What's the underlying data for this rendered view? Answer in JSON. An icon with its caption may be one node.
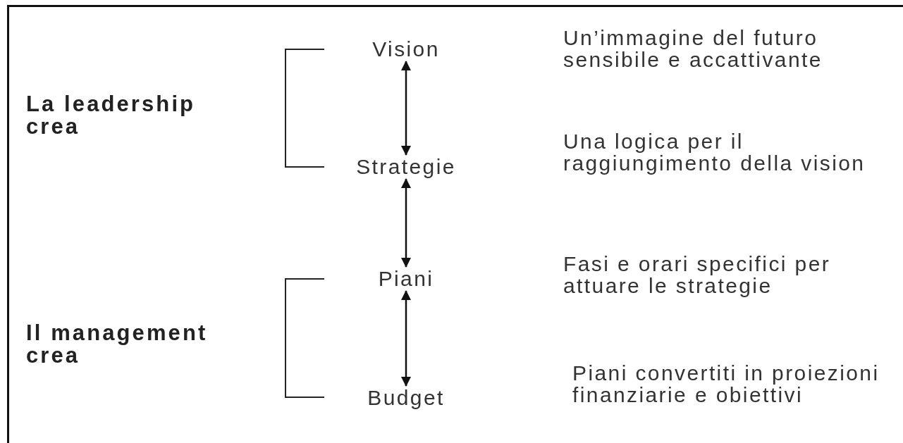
{
  "diagram": {
    "nodes": [
      {
        "text": [
          "Vision"
        ]
      },
      {
        "text": [
          "Strategie"
        ]
      },
      {
        "text": [
          "Piani"
        ]
      },
      {
        "text": [
          "Budget"
        ]
      }
    ],
    "edges": [
      {
        "from": 0,
        "to": 1,
        "arrow": "both"
      },
      {
        "from": 1,
        "to": 2,
        "arrow": "both"
      },
      {
        "from": 2,
        "to": 3,
        "arrow": "both"
      }
    ],
    "labels": [
      "Un’immagine del futuro sensibile e accattivante",
      "La leadership crea",
      "Una logica per il raggiungimento della vision",
      "Fasi e orari specifici per attuare le strategie",
      "Il management crea",
      "Piani convertiti in proiezioni finanziarie e obiettivi"
    ]
  }
}
